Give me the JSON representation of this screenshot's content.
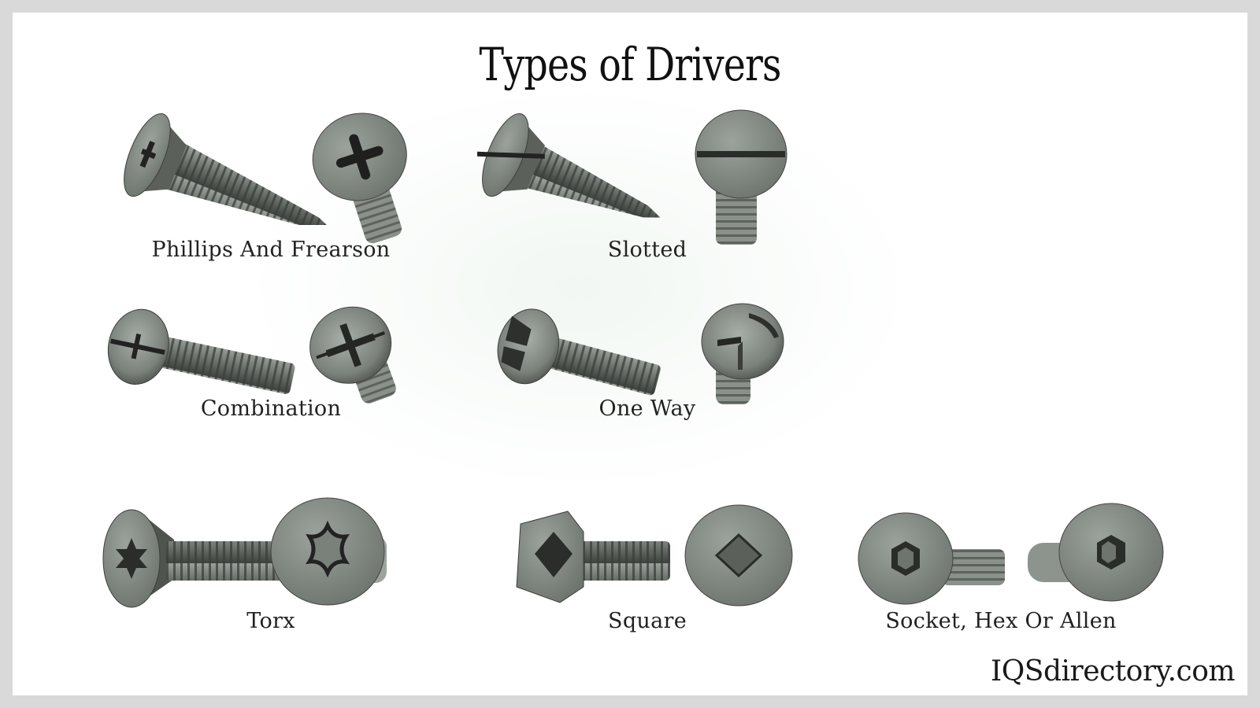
{
  "title": "Types of Drivers",
  "brand": "IQSdirectory.com",
  "colors": {
    "frame": "#d9d9d9",
    "background": "#ffffff",
    "metal": "#7f857f",
    "metal_dark": "#4a4f4a",
    "recess": "#2b2e2b",
    "text": "#222222"
  },
  "drivers": [
    {
      "id": "phillips",
      "label": "Phillips And Frearson",
      "recess_icon": "cross-recess-icon"
    },
    {
      "id": "slotted",
      "label": "Slotted",
      "recess_icon": "slot-recess-icon"
    },
    {
      "id": "combination",
      "label": "Combination",
      "recess_icon": "combination-recess-icon"
    },
    {
      "id": "one-way",
      "label": "One Way",
      "recess_icon": "one-way-recess-icon"
    },
    {
      "id": "torx",
      "label": "Torx",
      "recess_icon": "star-recess-icon"
    },
    {
      "id": "square",
      "label": "Square",
      "recess_icon": "square-recess-icon"
    },
    {
      "id": "socket",
      "label": "Socket, Hex Or Allen",
      "recess_icon": "hex-recess-icon"
    }
  ]
}
